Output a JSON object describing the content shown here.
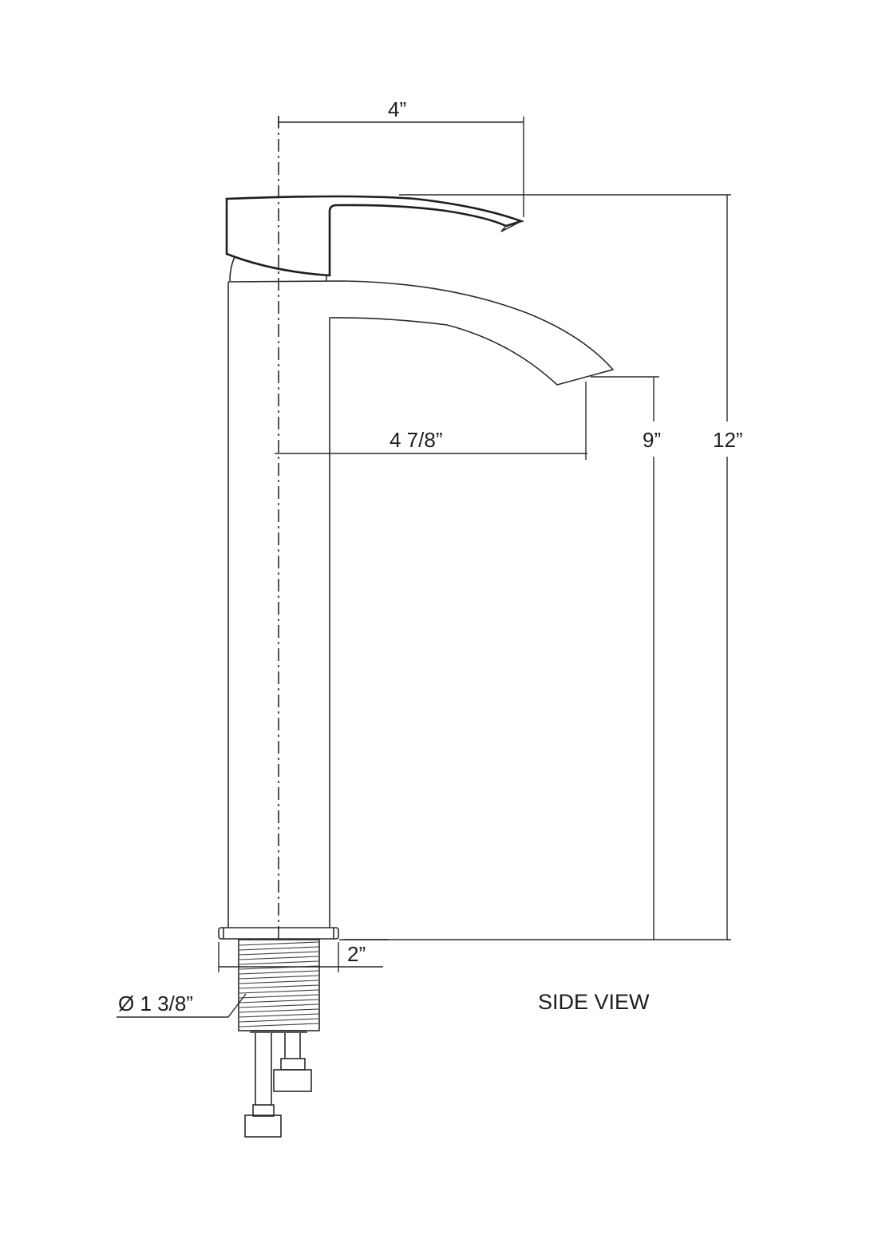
{
  "drawing": {
    "title": "SIDE VIEW",
    "dimensions": {
      "handle_reach": "4”",
      "spout_reach": "4 7/8”",
      "spout_height": "9”",
      "overall_height": "12”",
      "shank_length": "2”",
      "shank_diameter": "Ø 1 3/8”"
    }
  },
  "colors": {
    "line": "#2a2a2a",
    "background": "#ffffff"
  }
}
